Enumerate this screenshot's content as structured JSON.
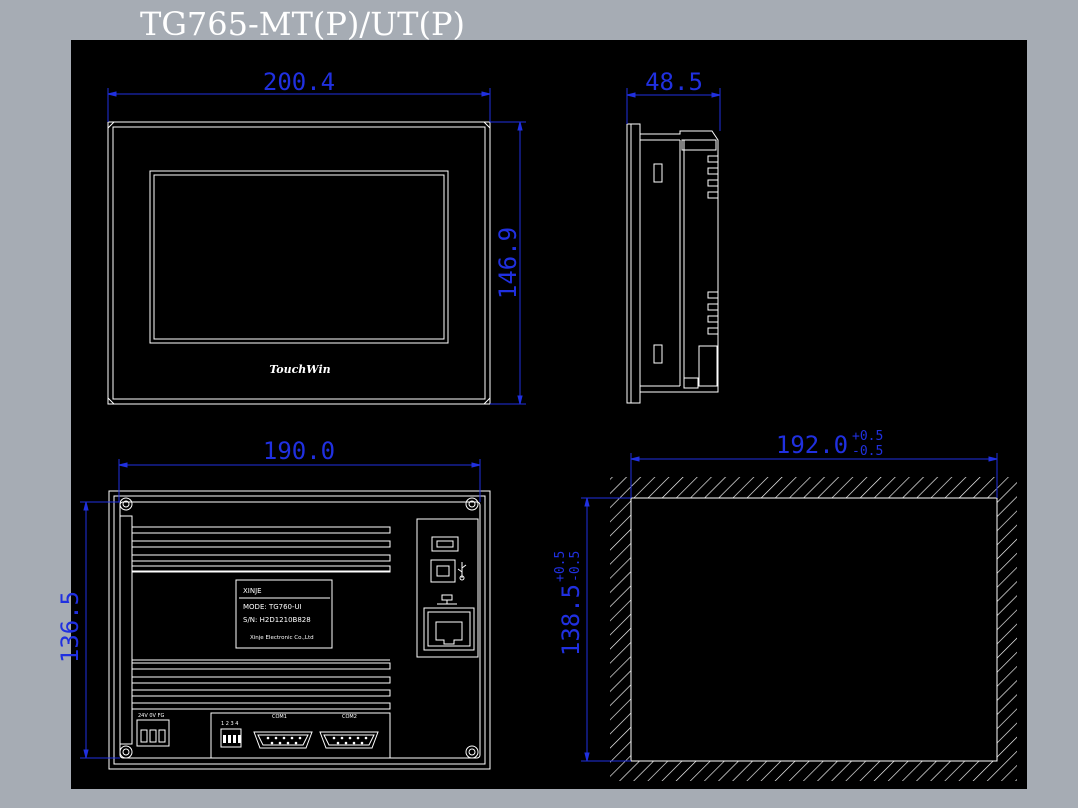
{
  "title": "TG765-MT(P)/UT(P)",
  "dims": {
    "front_width": "200.4",
    "front_height": "146.9",
    "side_depth": "48.5",
    "rear_width": "190.0",
    "rear_height": "136.5",
    "cutout_width": "192.0",
    "cutout_width_tol_plus": "+0.5",
    "cutout_width_tol_minus": "-0.5",
    "cutout_height": "138.5",
    "cutout_height_tol_plus": "+0.5",
    "cutout_height_tol_minus": "-0.5"
  },
  "front": {
    "logo": "TouchWin"
  },
  "label": {
    "brand": "XINJE",
    "model": "MODE: TG760-UI",
    "serial": "S/N: H2D1210B828",
    "company": "Xinje Electronic Co.,Ltd"
  },
  "ports": {
    "power": "24V 0V FG",
    "dip": "1 2 3 4",
    "com1": "COM1",
    "com2": "COM2"
  },
  "colors": {
    "background": "#a6acb4",
    "paper": "#000000",
    "line": "#ffffff",
    "dimension": "#2030e0"
  }
}
